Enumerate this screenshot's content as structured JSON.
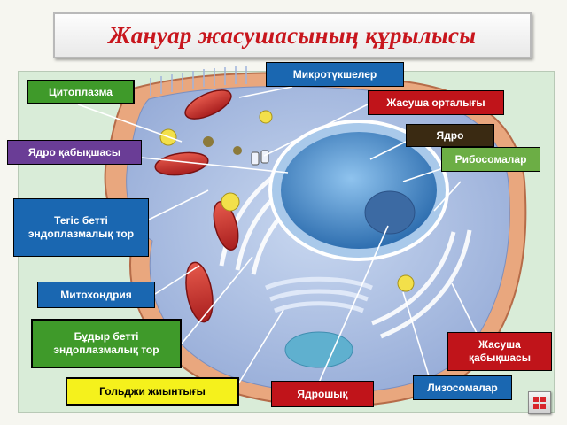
{
  "title": "Жануар жасушасының құрылысы",
  "labels": {
    "microtubules": "Микротүкшелер",
    "cytoplasm": "Цитоплазма",
    "cell_center": "Жасуша орталығы",
    "nucleus": "Ядро",
    "nuclear_envelope": "Ядро қабықшасы",
    "ribosomes": "Рибосомалар",
    "smooth_er": "Тегіс бетті эндоплазмалық тор",
    "mitochondria": "Митохондрия",
    "rough_er": "Бұдыр бетті эндоплазмалық тор",
    "cell_membrane": "Жасуша қабықшасы",
    "lysosomes": "Лизосомалар",
    "golgi": "Гольджи жиынтығы",
    "nucleolus": "Ядрошық"
  },
  "nav_icon": "grid-return-icon"
}
